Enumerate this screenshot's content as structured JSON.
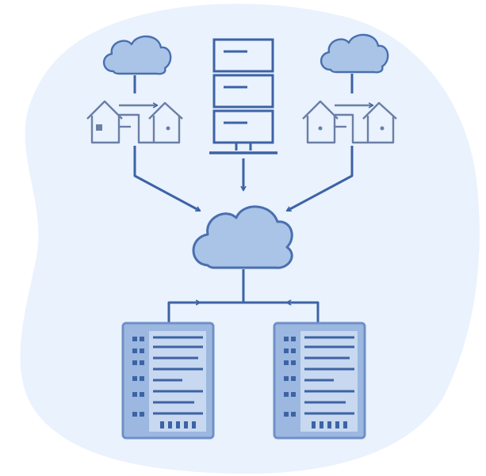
{
  "diagram": {
    "title": "",
    "colors": {
      "background": "#ffffff",
      "blob": "#e9f2fd",
      "stroke": "#3d63a5",
      "stroke_light": "#6b7fa6",
      "cloud_fill": "#a9c4e6",
      "cloud_stroke": "#4a6fb0",
      "server_fill": "#9cb8e0",
      "server_stroke": "#6f90c8"
    },
    "nodes": [
      {
        "id": "cloud-top-left",
        "icon": "cloud-icon"
      },
      {
        "id": "house-group-left",
        "icon": "houses-icon"
      },
      {
        "id": "desktop-computer",
        "icon": "computer-icon"
      },
      {
        "id": "cloud-top-right",
        "icon": "cloud-icon"
      },
      {
        "id": "house-group-right",
        "icon": "houses-icon"
      },
      {
        "id": "central-cloud",
        "icon": "cloud-icon"
      },
      {
        "id": "server-left",
        "icon": "server-rack-icon"
      },
      {
        "id": "server-right",
        "icon": "server-rack-icon"
      }
    ],
    "edges": [
      {
        "from": "cloud-top-left",
        "to": "house-group-left"
      },
      {
        "from": "cloud-top-right",
        "to": "house-group-right"
      },
      {
        "from": "house-group-left",
        "to": "central-cloud"
      },
      {
        "from": "desktop-computer",
        "to": "central-cloud"
      },
      {
        "from": "house-group-right",
        "to": "central-cloud"
      },
      {
        "from": "central-cloud",
        "to": "server-left"
      },
      {
        "from": "central-cloud",
        "to": "server-right"
      }
    ]
  }
}
